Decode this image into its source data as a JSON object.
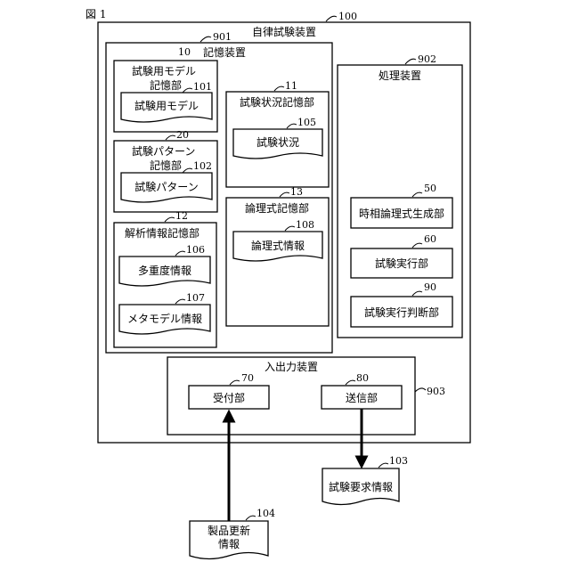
{
  "figure_label": "図 1",
  "system": {
    "label": "自律試験装置",
    "ref": "100"
  },
  "storage": {
    "label": "記憶装置",
    "ref": "901",
    "test_model_store": {
      "ref": "10",
      "label_line1": "試験用モデル",
      "label_line2": "記憶部",
      "item_ref": "101",
      "item_label": "試験用モデル"
    },
    "test_pattern_store": {
      "ref": "20",
      "label_line1": "試験パターン",
      "label_line2": "記憶部",
      "item_ref": "102",
      "item_label": "試験パターン"
    },
    "analysis_store": {
      "ref": "12",
      "label": "解析情報記憶部",
      "item1_ref": "106",
      "item1_label": "多重度情報",
      "item2_ref": "107",
      "item2_label": "メタモデル情報"
    },
    "test_status_store": {
      "ref": "11",
      "label": "試験状況記憶部",
      "item_ref": "105",
      "item_label": "試験状況"
    },
    "logic_store": {
      "ref": "13",
      "label": "論理式記憶部",
      "item_ref": "108",
      "item_label": "論理式情報"
    }
  },
  "processor": {
    "label": "処理装置",
    "ref": "902",
    "temporal_logic_generator": {
      "ref": "50",
      "label": "時相論理式生成部"
    },
    "test_executor": {
      "ref": "60",
      "label": "試験実行部"
    },
    "test_judge": {
      "ref": "90",
      "label": "試験実行判断部"
    }
  },
  "io": {
    "label": "入出力装置",
    "ref": "903",
    "receiver": {
      "ref": "70",
      "label": "受付部"
    },
    "sender": {
      "ref": "80",
      "label": "送信部"
    }
  },
  "test_request_doc": {
    "ref": "103",
    "label": "試験要求情報"
  },
  "product_update_doc": {
    "ref": "104",
    "label_line1": "製品更新",
    "label_line2": "情報"
  }
}
